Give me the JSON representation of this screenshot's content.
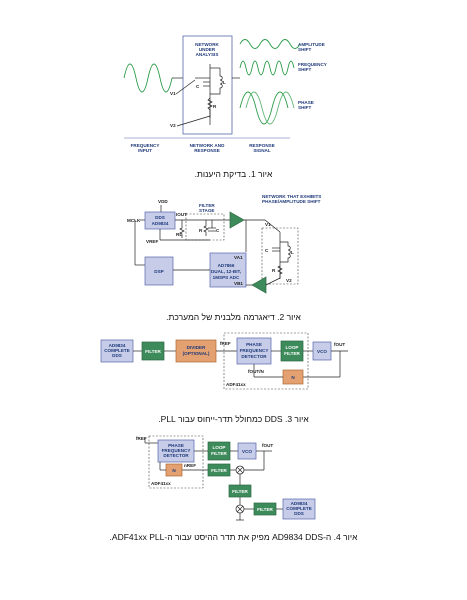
{
  "figure1": {
    "network_title": [
      "NETWORK",
      "UNDER",
      "ANALYSIS"
    ],
    "v1": "V1",
    "v2": "V2",
    "c": "C",
    "l": "L",
    "r": "R",
    "amplitude_shift": [
      "AMPLITUDE",
      "SHIFT"
    ],
    "frequency_shift": [
      "FREQUENCY",
      "SHIFT"
    ],
    "phase_shift": [
      "PHASE",
      "SHIFT"
    ],
    "frequency_input": [
      "FREQUENCY",
      "INPUT"
    ],
    "network_and_response": [
      "NETWORK AND",
      "RESPONSE"
    ],
    "response_signal": [
      "RESPONSE",
      "SIGNAL"
    ],
    "caption": "איור 1. בדיקת היענות."
  },
  "figure2": {
    "vdd": "VDD",
    "dds_box": [
      "DDS",
      "AD9834"
    ],
    "mclk": "MCLK",
    "iout": "IOUT",
    "filter_stage": [
      "FILTER",
      "STAGE"
    ],
    "rl": "RL",
    "r": "R",
    "c": "C",
    "vref": "VREF",
    "network_exhibits": [
      "NETWORK THAT EXHIBITS",
      "PHASE/AMPLITUDE SHIFT"
    ],
    "v1": "V1",
    "v2": "V2",
    "l": "L",
    "va1": "VA1",
    "vb1": "VB1",
    "adc_box": [
      "AD7866",
      "DUAL, 12-BIT,",
      "1MSPS ADC"
    ],
    "dsp": "DSP",
    "caption": "איור 2. דיאגרמה מלבנית של המערכת."
  },
  "figure3": {
    "dds_box": [
      "AD9834",
      "COMPLETE",
      "DDS"
    ],
    "filter": "FILTER",
    "divider": [
      "DIVIDER",
      "(OPTIONAL)"
    ],
    "fref": "fREF",
    "pfd": [
      "PHASE",
      "FREQUENCY",
      "DETECTOR"
    ],
    "loop_filter": [
      "LOOP",
      "FILTER"
    ],
    "vco": "VCO",
    "fout": "fOUT",
    "fout_n": "fOUT/N",
    "n": "N",
    "adf41xx": "ADF41xx",
    "caption": "איור 3. DDS כמחולל תדר-ייחוס עבור PLL."
  },
  "figure4": {
    "fref": "fREF",
    "pfd": [
      "PHASE",
      "FREQUENCY",
      "DETECTOR"
    ],
    "loop_filter": [
      "LOOP",
      "FILTER"
    ],
    "vco": "VCO",
    "fout": "fOUT",
    "n": "N",
    "nref": "nREF",
    "filter": "FILTER",
    "adf41xx": "ADF41xx",
    "dds_box": [
      "AD9834",
      "COMPLETE",
      "DDS"
    ],
    "caption": "איור 4. ה-AD9834 DDS מפיק את תדר ההיסט עבור ה-ADF41xx PLL."
  },
  "colors": {
    "box_fill": "#c7cde9",
    "green_filter": "#3d8a5a",
    "orange_block": "#e3a070",
    "waveform": "#2c9c4a",
    "label_blue": "#1f3a7a"
  }
}
